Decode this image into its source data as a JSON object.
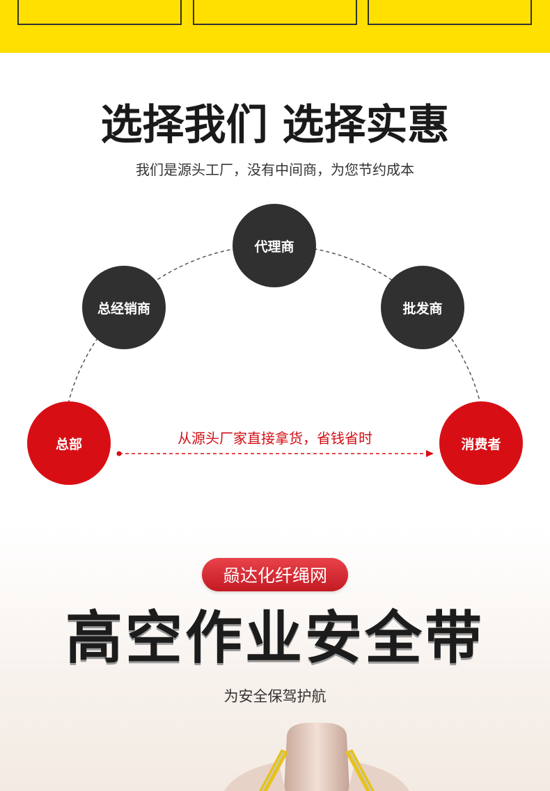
{
  "header": {
    "title": "选择我们 选择实惠",
    "subtitle": "我们是源头工厂，没有中间商，为您节约成本"
  },
  "chain": {
    "headquarters": "总部",
    "general_distributor": "总经销商",
    "agent": "代理商",
    "wholesaler": "批发商",
    "consumer": "消费者",
    "direct_note": "从源头厂家直接拿货，省钱省时"
  },
  "product": {
    "brand": "赑达化纤绳网",
    "title": "高空作业安全带",
    "tagline": "为安全保驾护航"
  },
  "colors": {
    "top_band": "#ffe000",
    "accent_red": "#d70f15",
    "node_dark": "#303030",
    "strap_yellow": "#e8c21a"
  }
}
